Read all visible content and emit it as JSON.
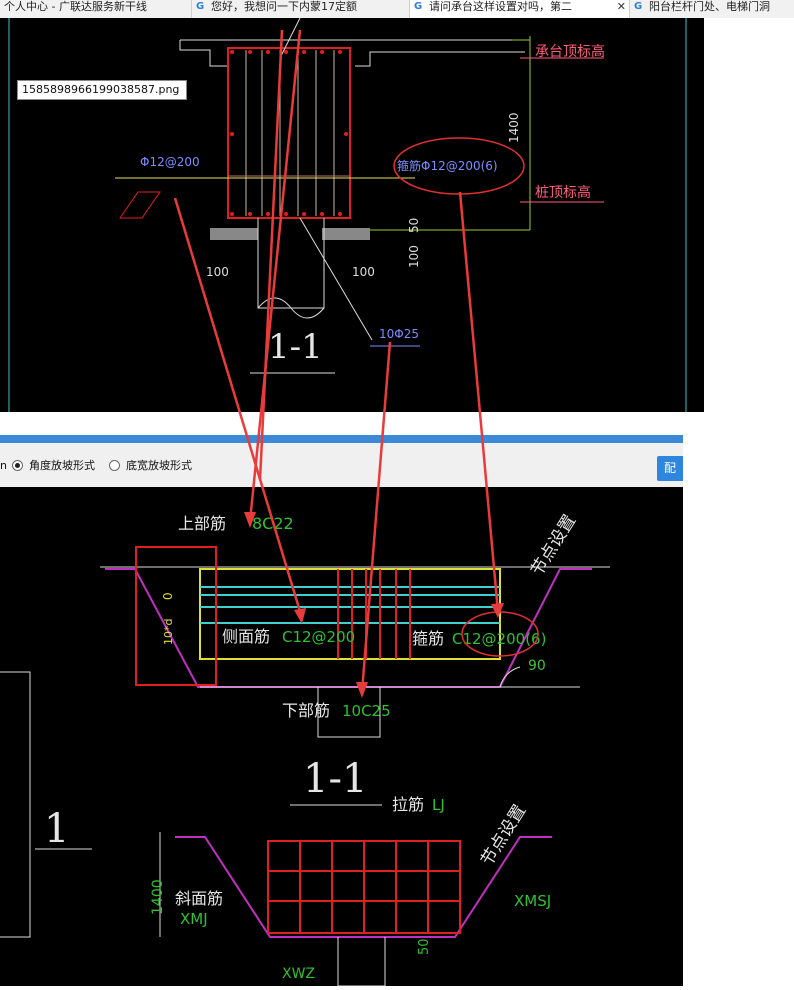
{
  "tabs": [
    {
      "label": "个人中心 - 广联达服务新干线",
      "active": false
    },
    {
      "label": "您好，我想问一下内蒙17定额",
      "active": false
    },
    {
      "label": "请问承台这样设置对吗，第二",
      "active": true
    },
    {
      "label": "阳台栏杆门处、电梯门洞"
    }
  ],
  "tooltip": "1585898966199038587.png",
  "drawing1": {
    "label_cap_top": "承台顶标高",
    "label_pile_top": "桩顶标高",
    "dim_height": "1400",
    "dim_50": "50",
    "dim_100_right": "100",
    "dim_100_left": "100",
    "dim_100_mid": "100",
    "side_rebar": "Φ12@200",
    "stirrup_label": "箍筋Φ12@200(6)",
    "bottom_rebar": "10Φ25",
    "section_label": "1-1"
  },
  "options": {
    "partial": "n",
    "angle_label": "角度放坡形式",
    "width_label": "底宽放坡形式",
    "confirm": "配"
  },
  "drawing2": {
    "top_bar_label": "上部筋",
    "top_bar_value": "8C22",
    "side_bar_label": "侧面筋",
    "side_bar_value": "C12@200",
    "stirrup_label": "箍筋",
    "stirrup_value": "C12@200(6)",
    "bottom_bar_label": "下部筋",
    "bottom_bar_value": "10C25",
    "node_setting": "节点设置",
    "angle": "90",
    "zero": "0",
    "dim_left": "10*d",
    "section_title": "1-1",
    "tie_label": "拉筋",
    "tie_value": "LJ",
    "node_setting2": "节点设置",
    "dim_1400": "1400",
    "slope_label": "斜面筋",
    "slope_value": "XMJ",
    "xmsj": "XMSJ",
    "xwz": "XWZ",
    "dim_50": "50",
    "big_one": "1"
  }
}
